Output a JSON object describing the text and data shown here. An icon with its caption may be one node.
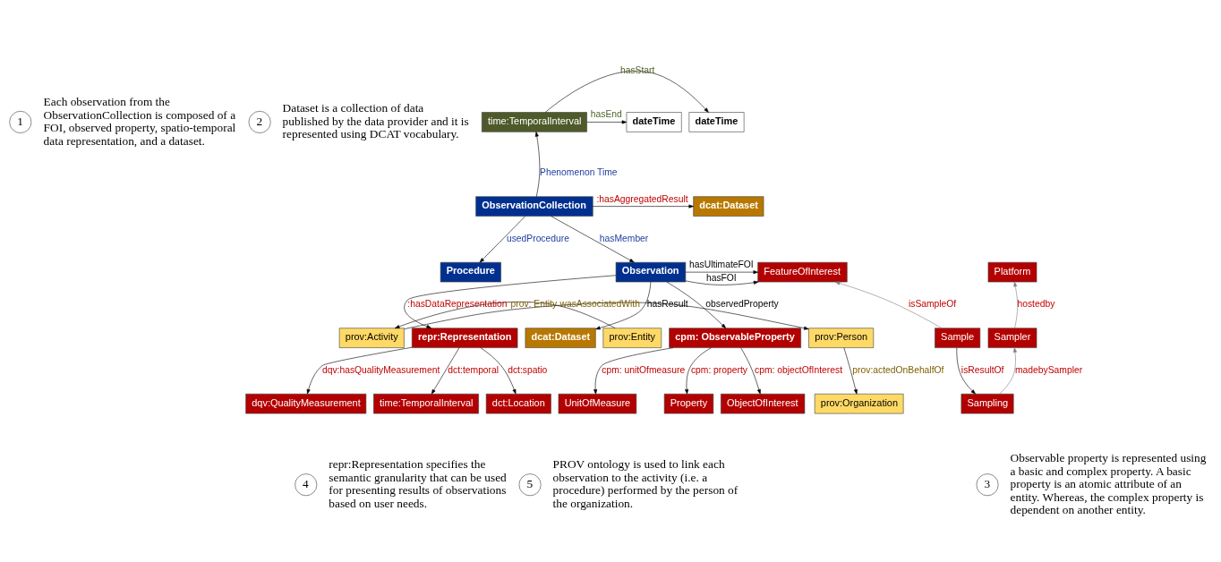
{
  "diagram": {
    "nodes": [
      {
        "text": [
          "1"
        ],
        "beside": [
          "Each observation from the ObservationCollection is composed of a FOI, observed property, spatio-temporal data representation, and a dataset."
        ]
      },
      {
        "text": [
          "2"
        ],
        "beside": [
          "Dataset is a collection of data published by the data provider and it is represented using DCAT vocabulary."
        ]
      },
      {
        "text": [
          "dateTime"
        ]
      },
      {
        "text": [
          "time:TemporalInterval"
        ]
      },
      {
        "text": [
          "dateTime"
        ]
      },
      {
        "text": [
          "ObservationCollection"
        ]
      },
      {
        "text": [
          "dcat:Dataset"
        ]
      },
      {
        "text": [
          "Procedure"
        ]
      },
      {
        "text": [
          "prov:Person"
        ]
      },
      {
        "text": [
          "prov:Activity"
        ]
      },
      {
        "text": [
          "prov:Entity"
        ]
      },
      {
        "text": [
          "Observation"
        ]
      },
      {
        "text": [
          "FeatureOfInterest"
        ]
      },
      {
        "text": [
          "prov:Organization"
        ]
      },
      {
        "text": [
          "dcat:Dataset"
        ]
      },
      {
        "text": [
          "cpm: ObservableProperty"
        ]
      },
      {
        "text": [
          "Platform"
        ]
      },
      {
        "text": [
          "repr:Representation"
        ]
      },
      {
        "text": [
          "ObjectOfInterest"
        ]
      },
      {
        "text": [
          "UnitOfMeasure"
        ]
      },
      {
        "text": [
          "Property"
        ]
      },
      {
        "text": [
          "Sampler"
        ]
      },
      {
        "text": [
          "dct:Location"
        ]
      },
      {
        "text": [
          "dqv:QualityMeasurement"
        ]
      },
      {
        "text": [
          "time:TemporalInterval"
        ]
      },
      {
        "text": [
          "Sample"
        ]
      },
      {
        "text": [
          "Sampling"
        ]
      },
      {
        "text": [
          "5"
        ],
        "beside": [
          "PROV ontology is used to link each observation to the activity (i.e. a procedure) performed by the person of the organization."
        ]
      },
      {
        "text": [
          "4"
        ],
        "beside": [
          "repr:Representation specifies the semantic granularity that can be used for presenting results of observations based on user needs."
        ]
      },
      {
        "text": [
          "3"
        ],
        "beside": [
          "Observable property is represented using a basic and complex property. A basic property is an atomic attribute of an entity. Whereas, the complex property is dependent on another entity."
        ]
      }
    ],
    "edges": [
      {
        "from": 3,
        "to": 2,
        "arrow": "to",
        "label": "hasStart"
      },
      {
        "from": 3,
        "to": 4,
        "arrow": "to",
        "label": "hasEnd"
      },
      {
        "from": 5,
        "to": 3,
        "arrow": "to",
        "label": "Phenomenon Time"
      },
      {
        "from": 5,
        "to": 6,
        "arrow": "to",
        "label": ":hasAggregatedResult"
      },
      {
        "from": 5,
        "to": 7,
        "arrow": "to",
        "label": "usedProcedure"
      },
      {
        "from": 5,
        "to": 11,
        "arrow": "to",
        "label": "hasMember"
      },
      {
        "from": 9,
        "to": 8,
        "arrow": "to",
        "label": "wasAssociatedWith"
      },
      {
        "from": 10,
        "to": 9,
        "arrow": "to",
        "label": "prov: Entity"
      },
      {
        "from": 8,
        "to": 13,
        "arrow": "to",
        "label": "prov:actedOnBehalfOf"
      },
      {
        "from": 11,
        "to": 12,
        "arrow": "to",
        "label": "hasUltimateFOI"
      },
      {
        "from": 11,
        "to": 12,
        "arrow": "to",
        "label": "hasFOI"
      },
      {
        "from": 11,
        "to": 14,
        "arrow": "to",
        "label": "hasResult"
      },
      {
        "from": 11,
        "to": 17,
        "arrow": "to",
        "label": ":hasDataRepresentation"
      },
      {
        "from": 11,
        "to": 15,
        "arrow": "to",
        "label": "observedProperty"
      },
      {
        "from": 15,
        "to": 18,
        "arrow": "to",
        "label": "cpm: objectOfInterest"
      },
      {
        "from": 15,
        "to": 20,
        "arrow": "to",
        "label": "cpm: property"
      },
      {
        "from": 15,
        "to": 19,
        "arrow": "to",
        "label": "cpm: unitOfmeasure"
      },
      {
        "from": 17,
        "to": 22,
        "arrow": "to",
        "label": "dct:spatio"
      },
      {
        "from": 17,
        "to": 23,
        "arrow": "to",
        "label": "dqv:hasQualityMeasurement"
      },
      {
        "from": 17,
        "to": 24,
        "arrow": "to",
        "label": "dct:temporal"
      },
      {
        "from": 25,
        "to": 12,
        "arrow": "to",
        "label": "isSampleOf",
        "color": "#808080"
      },
      {
        "from": 25,
        "to": 26,
        "arrow": "to",
        "label": "isResultOf"
      },
      {
        "from": 26,
        "to": 21,
        "arrow": "to",
        "label": "madebySampler",
        "color": "#808080"
      },
      {
        "from": 21,
        "to": 16,
        "arrow": "to",
        "label": "hostedby",
        "color": "#808080"
      }
    ]
  }
}
